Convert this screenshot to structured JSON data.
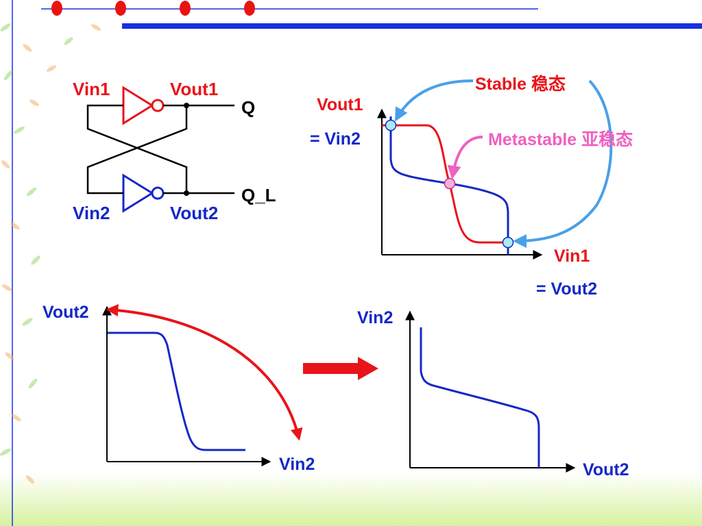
{
  "colors": {
    "red": "#e8141a",
    "blue": "#1428c8",
    "black": "#000000",
    "magenta": "#f060c0",
    "sky": "#4aa0e8",
    "top_bar": "#1830e0",
    "bottom_band": "#dff5b0"
  },
  "latch": {
    "vin1": "Vin1",
    "vout1": "Vout1",
    "vin2": "Vin2",
    "vout2": "Vout2",
    "q": "Q",
    "q_l": "Q_L"
  },
  "vtc_combined": {
    "y_label_line1": "Vout1",
    "y_label_line2": "= Vin2",
    "x_label_line1": "Vin1",
    "x_label_line2": "= Vout2",
    "stable_label": "Stable 稳态",
    "metastable_label": "Metastable 亚稳态"
  },
  "vtc_single": {
    "y_label": "Vout2",
    "x_label": "Vin2"
  },
  "vtc_flipped": {
    "y_label": "Vin2",
    "x_label": "Vout2"
  }
}
